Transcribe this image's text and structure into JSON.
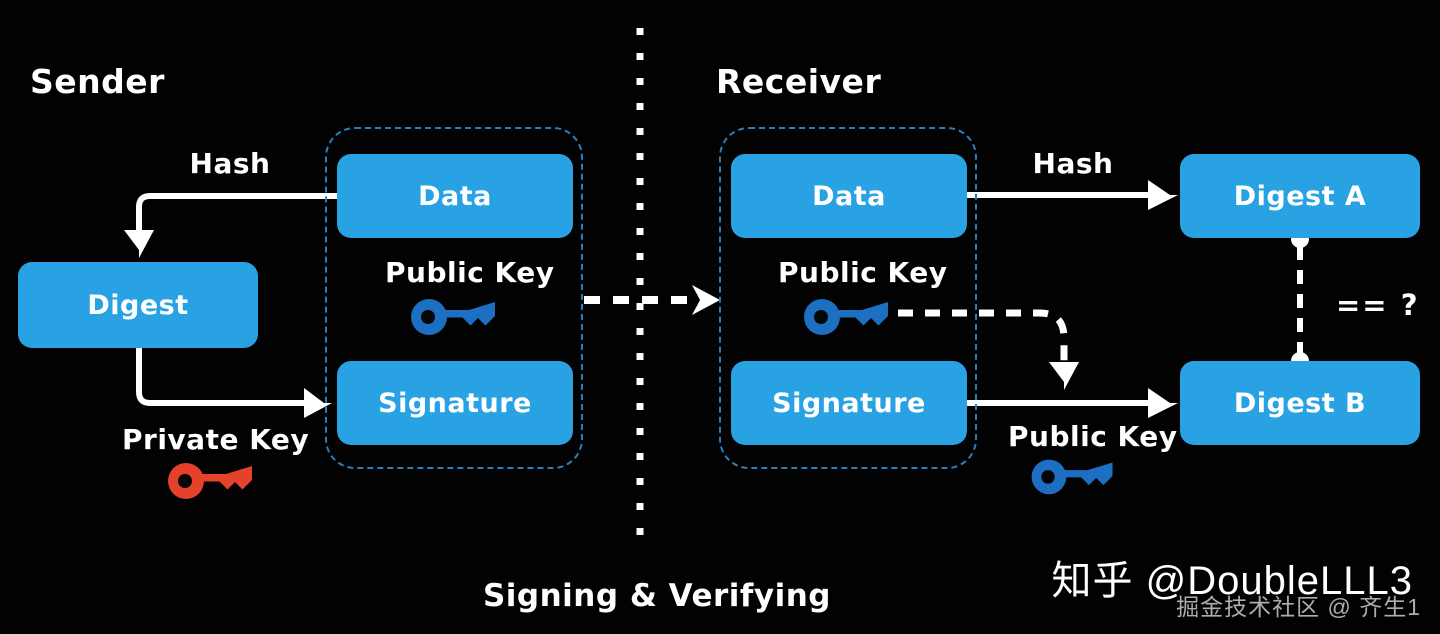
{
  "caption": "Signing & Verifying",
  "colors": {
    "background": "#020202",
    "box_blue": "#28A2E3",
    "group_border_blue": "#2B7EBE",
    "key_blue": "#1D6FC2",
    "key_red": "#E6422B",
    "line_white": "#FFFFFF",
    "watermark_gray": "#ADADAD"
  },
  "sender": {
    "label": "Sender",
    "hash_label": "Hash",
    "digest_box": "Digest",
    "data_box": "Data",
    "public_key_label": "Public Key",
    "signature_box": "Signature",
    "private_key_label": "Private Key"
  },
  "receiver": {
    "label": "Receiver",
    "data_box": "Data",
    "hash_label": "Hash",
    "public_key_label": "Public Key",
    "signature_box": "Signature",
    "verify_public_key_label": "Public Key",
    "digest_a_box": "Digest A",
    "digest_b_box": "Digest B",
    "compare_label": "== ?"
  },
  "icons": {
    "sender_public_key": "key-icon",
    "sender_private_key": "key-icon",
    "receiver_public_key": "key-icon",
    "verify_public_key": "key-icon"
  },
  "watermarks": {
    "zhihu": "知乎 @DoubleLLL3",
    "juejin": "掘金技术社区 @ 齐生1"
  }
}
